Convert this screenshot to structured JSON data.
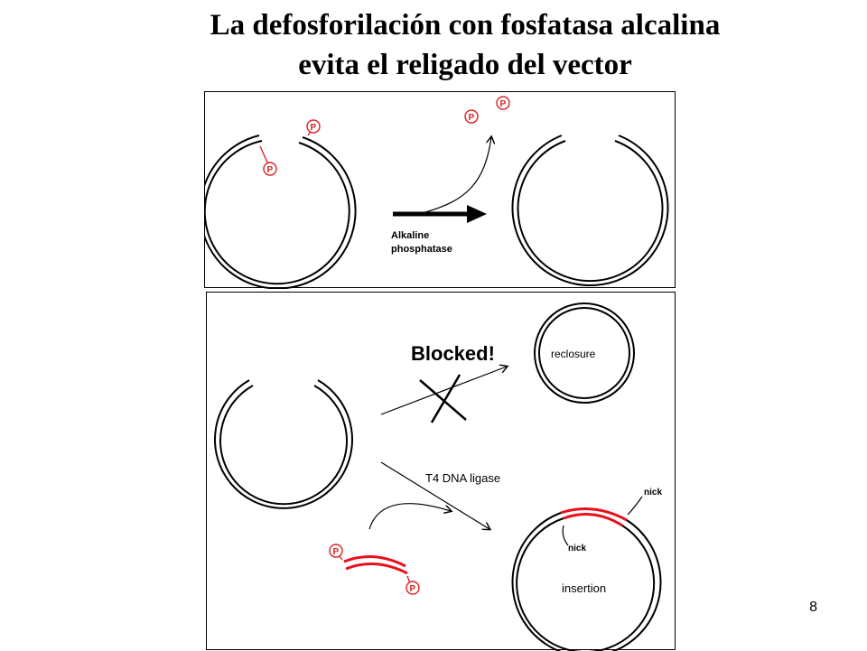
{
  "title": {
    "line1": "La defosforilación con fosfatasa alcalina",
    "line2": "evita  el  religado  del vector"
  },
  "diagram_top": {
    "phosphate_label": "P",
    "enzyme_label_line1": "Alkaline",
    "enzyme_label_line2": "phosphatase"
  },
  "diagram_bottom": {
    "blocked_label": "Blocked!",
    "reclosure_label": "reclosure",
    "ligase_label": "T4 DNA ligase",
    "nick_label_upper": "nick",
    "nick_label_lower": "nick",
    "insertion_label": "insertion",
    "phosphate_label": "P",
    "insert_color": "#e8101a"
  },
  "slide_number": "8"
}
